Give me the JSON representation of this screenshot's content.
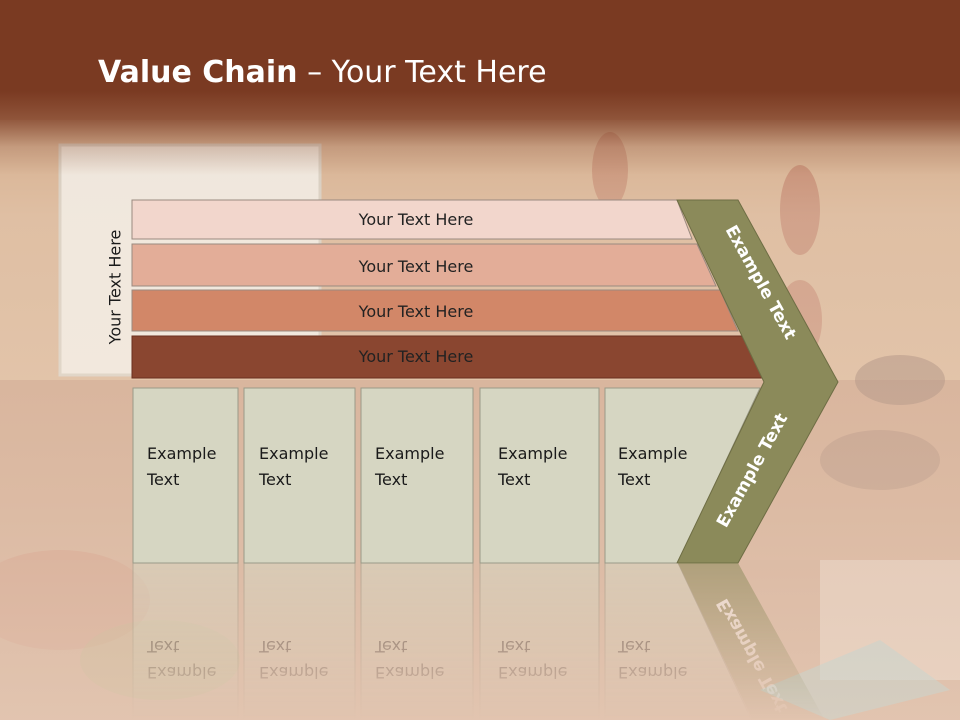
{
  "title": {
    "bold": "Value Chain",
    "rest": "– Your Text Here"
  },
  "side_label": "Your Text Here",
  "bars": [
    {
      "label": "Your Text Here",
      "color": "#f2d6cc"
    },
    {
      "label": "Your Text Here",
      "color": "#e3ad98"
    },
    {
      "label": "Your Text Here",
      "color": "#d28768"
    },
    {
      "label": "Your Text Here",
      "color": "#8a4630"
    }
  ],
  "boxes": [
    {
      "line1": "Example",
      "line2": "Text"
    },
    {
      "line1": "Example",
      "line2": "Text"
    },
    {
      "line1": "Example",
      "line2": "Text"
    },
    {
      "line1": "Example",
      "line2": "Text"
    },
    {
      "line1": "Example",
      "line2": "Text"
    }
  ],
  "chevron": {
    "upper": "Example Text",
    "lower": "Example Text",
    "color": "#8b8a5a"
  },
  "colors": {
    "header": "#7a3a22",
    "box_fill": "#d6d6c2",
    "box_border": "#9a9a88"
  }
}
